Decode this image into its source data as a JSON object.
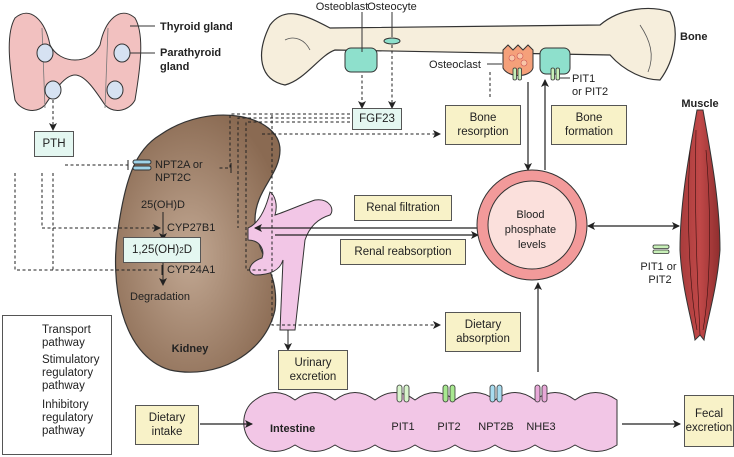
{
  "organs": {
    "thyroid": "Thyroid gland",
    "parathyroid": "Parathyroid gland",
    "bone": "Bone",
    "muscle": "Muscle",
    "kidney": "Kidney",
    "intestine": "Intestine"
  },
  "bone_cells": {
    "osteoblast": "Osteoblast",
    "osteocyte": "Osteocyte",
    "osteoclast": "Osteoclast",
    "bone_transporter": "PIT1 or PIT2"
  },
  "hormones": {
    "pth": "PTH",
    "fgf23": "FGF23",
    "calcitriol": "1,25(OH)",
    "calcitriol_sub": "2",
    "calcitriol_end": "D",
    "calcidiol": "25(OH)D"
  },
  "kidney": {
    "npt2": "NPT2A or NPT2C",
    "cyp27b1": "CYP27B1",
    "cyp24a1": "CYP24A1",
    "degradation": "Degradation"
  },
  "processes": {
    "bone_resorption": "Bone resorption",
    "bone_formation": "Bone formation",
    "renal_filtration": "Renal filtration",
    "renal_reabsorption": "Renal reabsorption",
    "dietary_absorption": "Dietary absorption",
    "urinary_excretion": "Urinary excretion",
    "dietary_intake": "Dietary intake",
    "fecal_excretion": "Fecal excretion"
  },
  "blood": "Blood phosphate levels",
  "muscle_transporter": "PIT1 or PIT2",
  "intestine_transporters": [
    "PIT1",
    "PIT2",
    "NPT2B",
    "NHE3"
  ],
  "legend": {
    "transport": "Transport pathway",
    "stimulatory": "Stimulatory regulatory pathway",
    "inhibitory": "Inhibitory regulatory pathway"
  }
}
